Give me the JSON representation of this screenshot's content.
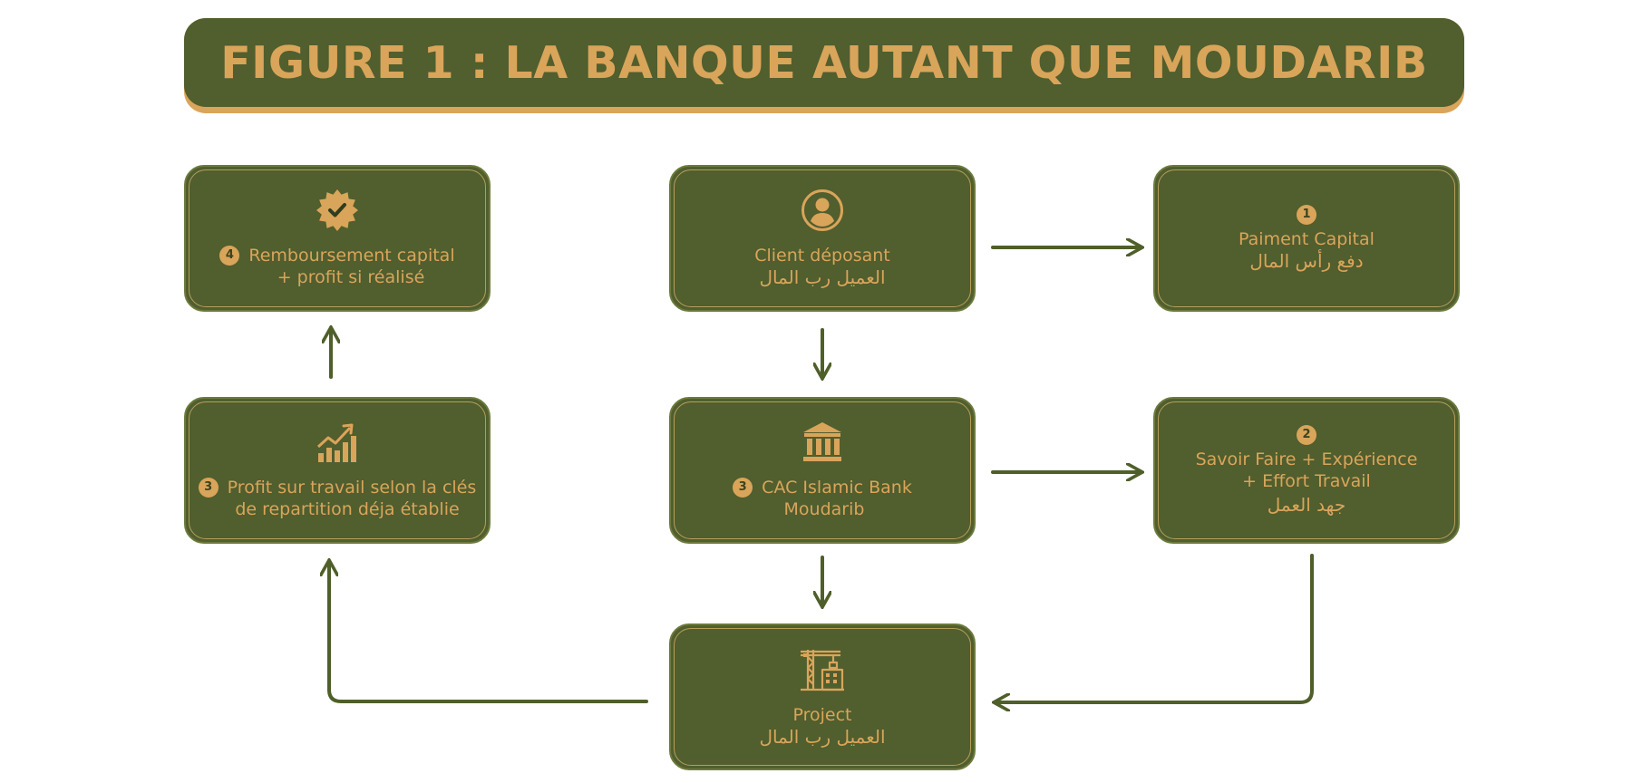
{
  "title": "FIGURE 1 : LA BANQUE AUTANT QUE MOUDARIB",
  "colors": {
    "box_fill": "#515e2e",
    "accent": "#d9a55a",
    "arrow": "#4f5f2a"
  },
  "nodes": {
    "remboursement": {
      "icon": "verified-badge-icon",
      "number": "4",
      "line1": "Remboursement capital",
      "line2": "+ profit si réalisé"
    },
    "client": {
      "icon": "user-icon",
      "line1": "Client déposant",
      "line2": "العميل رب المال"
    },
    "paiment": {
      "number": "1",
      "line1": "Paiment Capital",
      "line2": "دفع رأس المال"
    },
    "profit": {
      "icon": "growth-chart-icon",
      "number": "3",
      "line1": "Profit sur travail selon la clés",
      "line2": "de repartition déja établie"
    },
    "bank": {
      "icon": "bank-icon",
      "number": "3",
      "line1": "CAC Islamic Bank",
      "line2": "Moudarib"
    },
    "savoir": {
      "number": "2",
      "line1": "Savoir Faire + Expérience",
      "line2": "+ Effort Travail",
      "line3": "جهد العمل"
    },
    "project": {
      "icon": "construction-crane-icon",
      "line1": "Project",
      "line2": "العميل رب المال"
    }
  }
}
